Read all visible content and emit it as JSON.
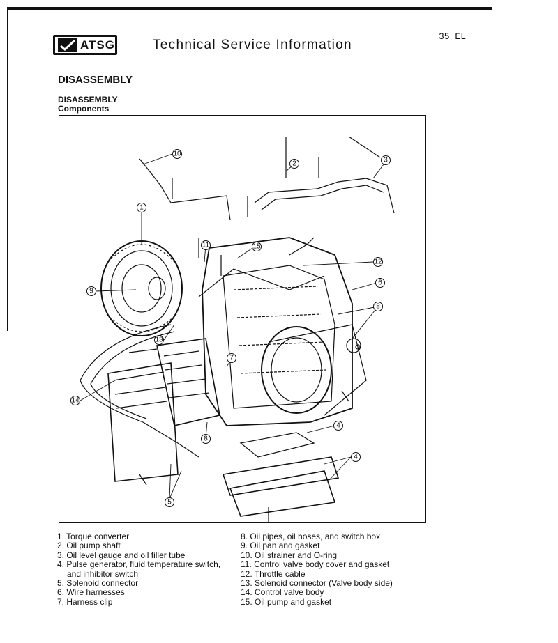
{
  "header": {
    "logo_text": "ATSG",
    "title": "Technical Service Information",
    "page_number": "35 EL"
  },
  "section": {
    "heading": "DISASSEMBLY",
    "subheading": "DISASSEMBLY",
    "subsubheading": "Components"
  },
  "figure": {
    "callouts": [
      "1",
      "2",
      "3",
      "4",
      "4",
      "5",
      "6",
      "7",
      "8",
      "8",
      "9",
      "10",
      "11",
      "12",
      "13",
      "14",
      "15"
    ]
  },
  "legend": {
    "left": [
      "1. Torque converter",
      "2. Oil pump shaft",
      "3. Oil level gauge and oil filler tube",
      "4. Pulse generator, fluid temperature switch,",
      "and inhibitor switch",
      "5. Solenoid connector",
      "6. Wire harnesses",
      "7. Harness clip"
    ],
    "right": [
      "8. Oil pipes, oil hoses, and switch box",
      "9. Oil pan and gasket",
      "10. Oil strainer and O-ring",
      "11. Control valve body cover and gasket",
      "12. Throttle cable",
      "13. Solenoid connector (Valve body side)",
      "14. Control valve body",
      "15. Oil pump and gasket"
    ]
  }
}
